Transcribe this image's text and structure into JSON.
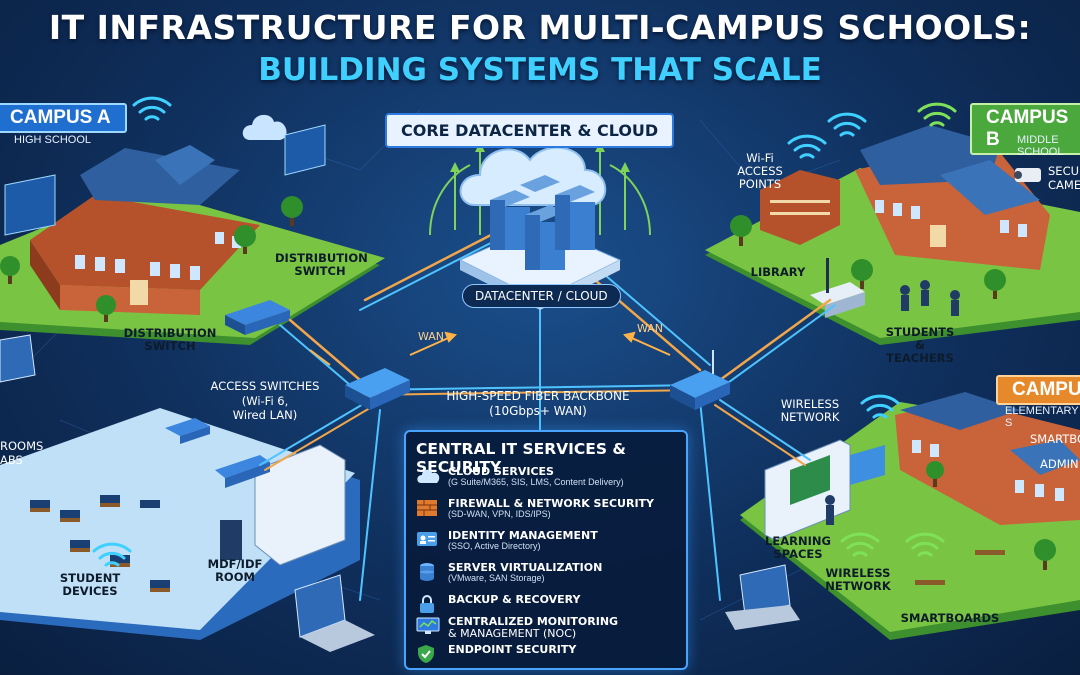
{
  "title": {
    "line1": "IT INFRASTRUCTURE FOR MULTI-CAMPUS SCHOOLS:",
    "line2": "BUILDING SYSTEMS THAT SCALE"
  },
  "core": {
    "heading": "CORE DATACENTER & CLOUD",
    "datacenter_label": "DATACENTER / CLOUD",
    "wan_left": "WAN",
    "wan_right": "WAN",
    "backbone_line1": "HIGH-SPEED FIBER BACKBONE",
    "backbone_line2": "(10Gbps+ WAN)"
  },
  "campus_a": {
    "tag": "CAMPUS A",
    "subtitle": "HIGH SCHOOL",
    "labels": {
      "distribution_switch_1": "DISTRIBUTION SWITCH",
      "distribution_switch_2": "DISTRIBUTION SWITCH",
      "access_switches_1": "ACCESS SWITCHES",
      "access_switches_2": "(Wi-Fi 6,",
      "access_switches_3": "Wired LAN)",
      "classrooms_1": "ROOMS",
      "classrooms_2": "ABS",
      "student_devices": "STUDENT DEVICES",
      "mdf_idf": "MDF/IDF ROOM"
    }
  },
  "campus_b": {
    "tag": "CAMPUS B",
    "subtitle": "MIDDLE SCHOOL",
    "labels": {
      "wifi_access_points": "Wi-Fi ACCESS POINTS",
      "security_1": "SECU",
      "security_2": "CAME",
      "library": "LIBRARY",
      "students_teachers": "STUDENTS & TEACHERS"
    }
  },
  "campus_c": {
    "tag": "CAMPUS",
    "subtitle": "ELEMENTARY S",
    "labels": {
      "wireless_network_1": "WIRELESS NETWORK",
      "wireless_network_2": "WIRELESS NETWORK",
      "smartboards_1": "SMARTBO",
      "admin": "ADMIN",
      "learning_spaces": "LEARNING SPACES",
      "smartboards_2": "SMARTBOARDS"
    }
  },
  "services": {
    "title": "CENTRAL IT SERVICES & SECURITY",
    "items": [
      {
        "icon": "cloud-icon",
        "title": "CLOUD SERVICES",
        "detail": "(G Suite/M365, SIS, LMS, Content Delivery)"
      },
      {
        "icon": "firewall-icon",
        "title": "FIREWALL & NETWORK SECURITY",
        "detail": "(SD-WAN, VPN, IDS/IPS)"
      },
      {
        "icon": "id-card-icon",
        "title": "IDENTITY MANAGEMENT",
        "detail": "(SSO, Active Directory)"
      },
      {
        "icon": "database-icon",
        "title": "SERVER VIRTUALIZATION",
        "detail": "(VMware, SAN Storage)"
      },
      {
        "icon": "lock-icon",
        "title": "BACKUP & RECOVERY",
        "detail": ""
      },
      {
        "icon": "monitor-icon",
        "title": "CENTRALIZED MONITORING",
        "title2": "& MANAGEMENT (NOC)",
        "detail": ""
      },
      {
        "icon": "shield-check-icon",
        "title": "ENDPOINT SECURITY",
        "detail": ""
      }
    ]
  },
  "colors": {
    "background": "#0f2f5c",
    "accent_cyan": "#3fd0ff",
    "campus_a": "#1f6fd0",
    "campus_b": "#4ba83c",
    "campus_c": "#e6892a"
  }
}
